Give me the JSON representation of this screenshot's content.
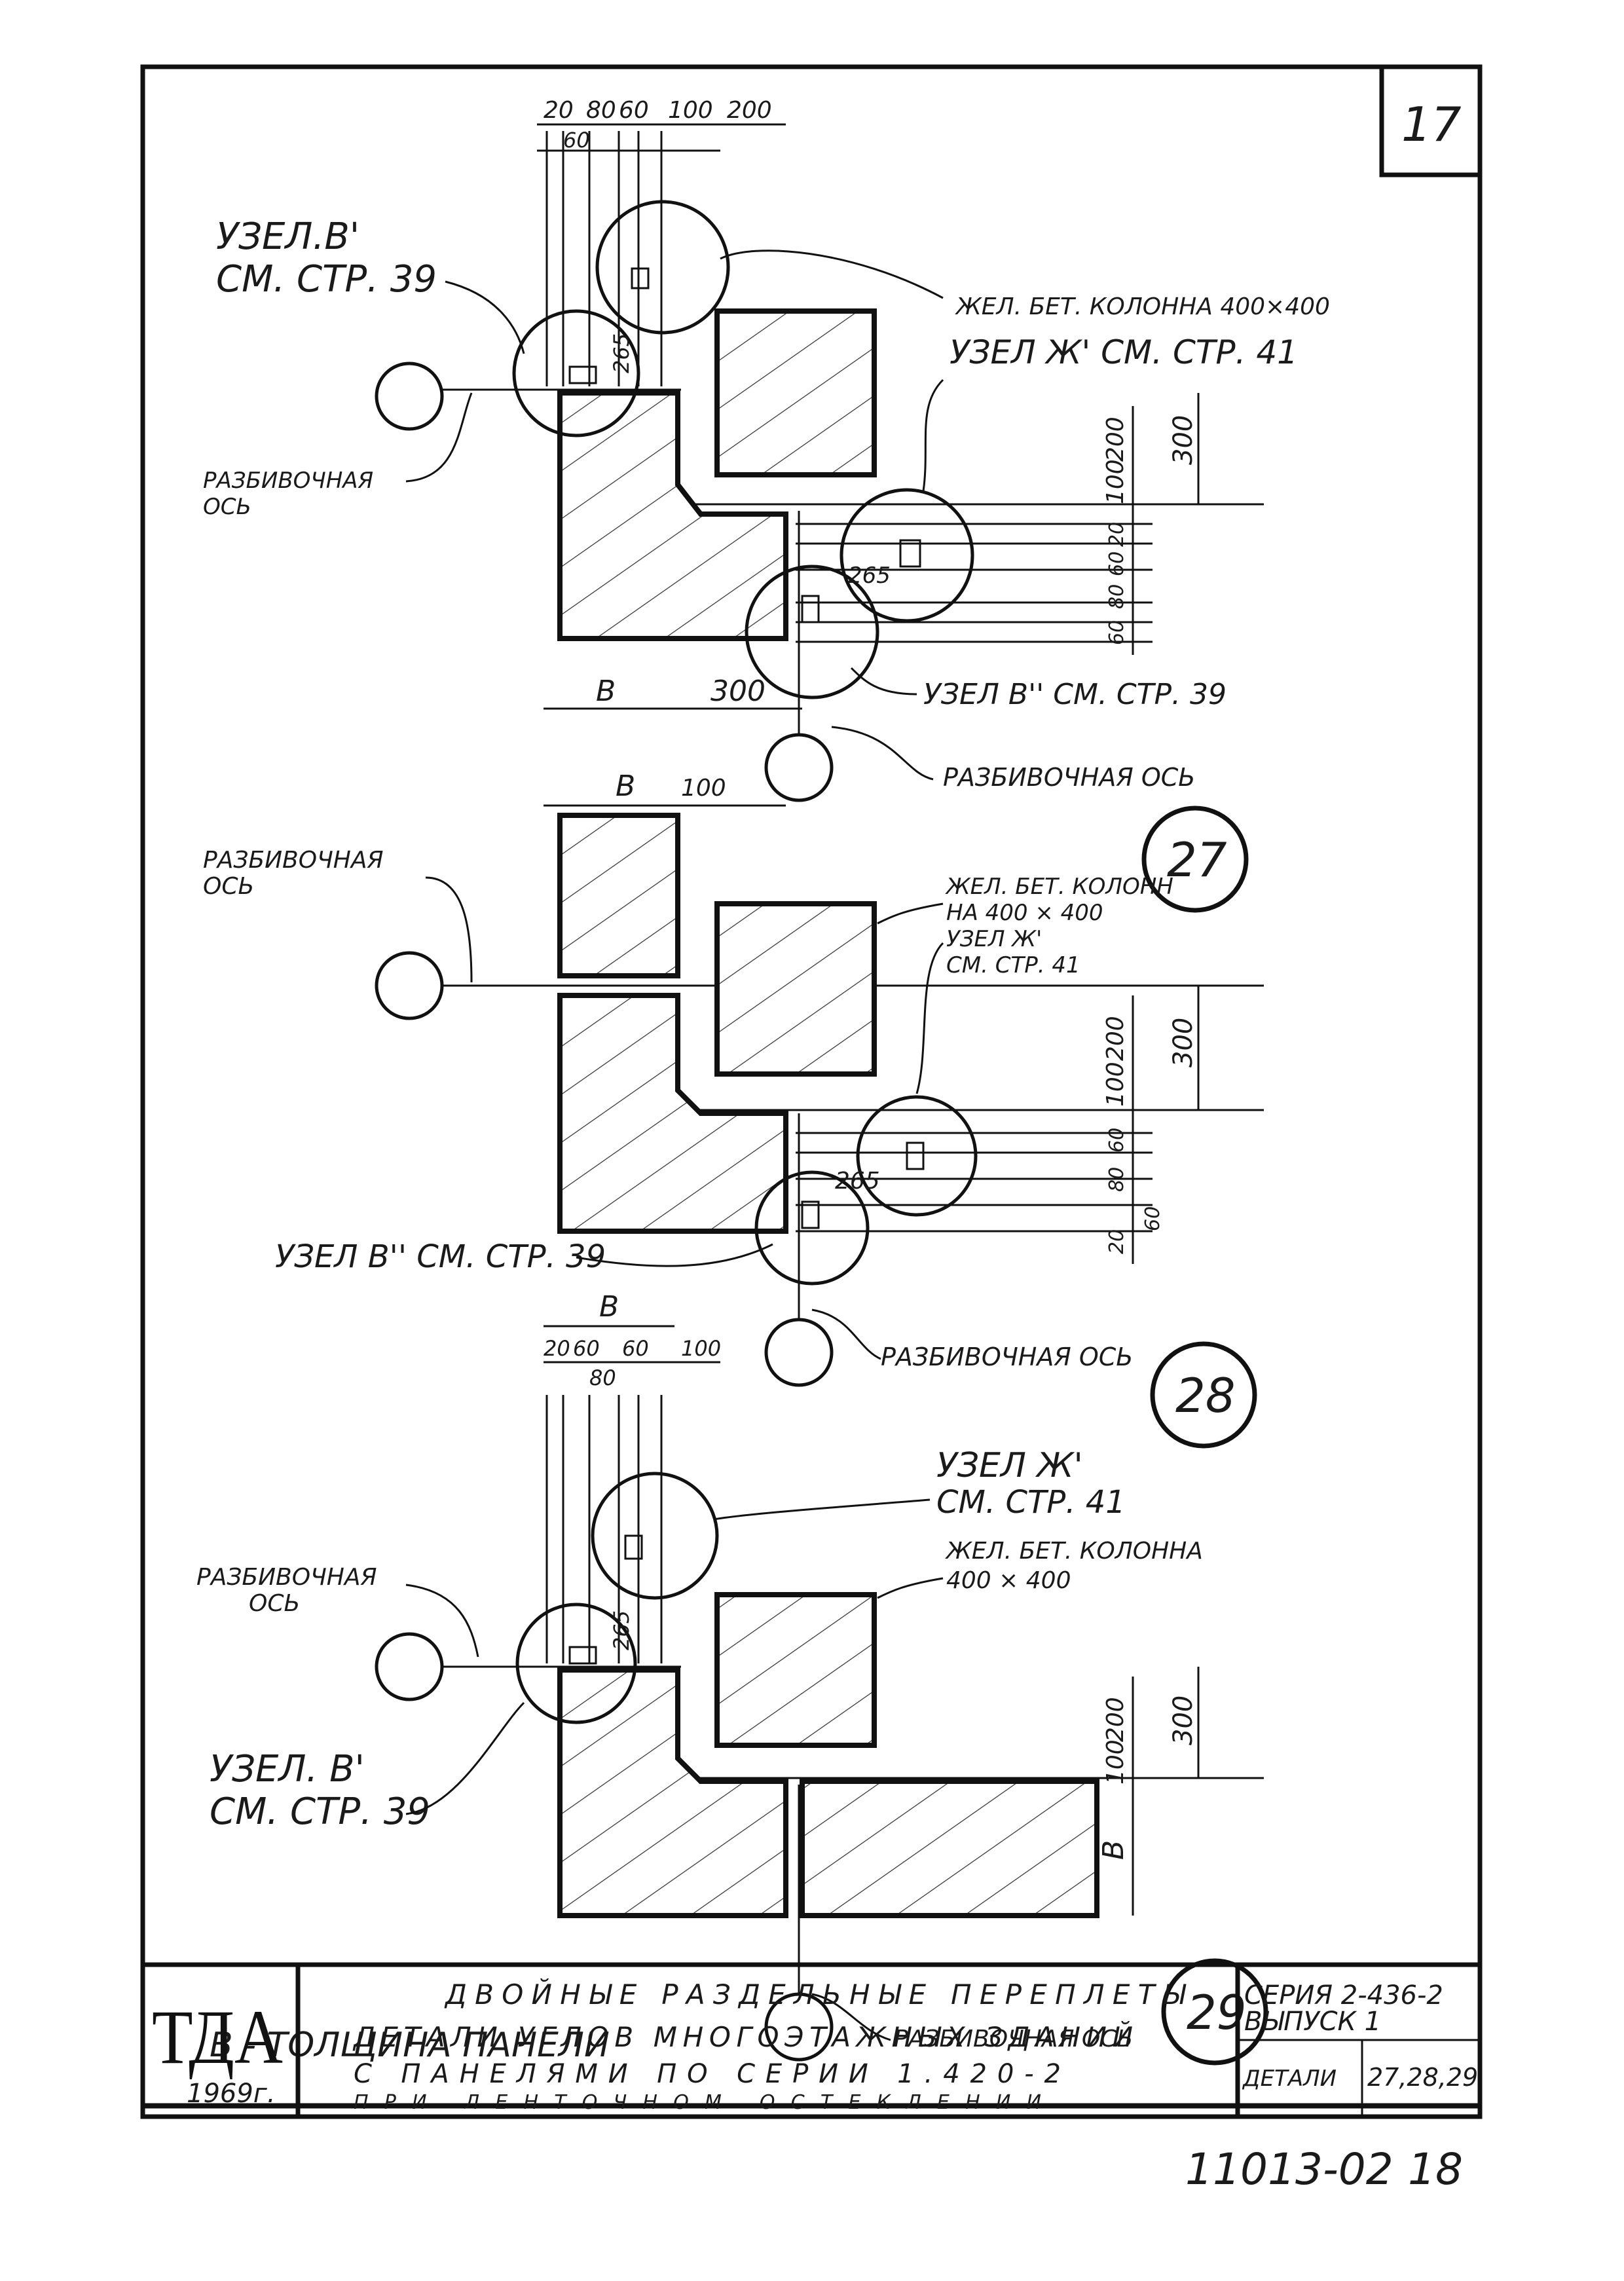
{
  "page_number": "17",
  "details": [
    {
      "marker": "",
      "uzel_b_top": [
        "УЗЕЛ.В'",
        "СМ. СТР. 39"
      ],
      "column": "ЖЕЛ. БЕТ. КОЛОННА 400×400",
      "uzel_zh": "УЗЕЛ Ж' СМ. СТР. 41",
      "axis_left": [
        "РАЗБИВОЧНАЯ",
        "ОСЬ"
      ],
      "uzel_b_bottom": "УЗЕЛ В'' СМ. СТР. 39",
      "axis_bottom": "РАЗБИВОЧНАЯ ОСЬ",
      "dims_top": [
        "20",
        "80",
        "60",
        "100",
        "200",
        "60"
      ],
      "dim_265_a": "265",
      "dim_265_b": "265",
      "dims_right": [
        "200",
        "100",
        "300",
        "20",
        "60",
        "80",
        "60"
      ],
      "dims_bottom": [
        "В",
        "300"
      ]
    },
    {
      "marker": "27",
      "axis_left": [
        "РАЗБИВОЧНАЯ",
        "ОСЬ"
      ],
      "column": [
        "ЖЕЛ. БЕТ. КОЛОНН",
        "НА 400 × 400"
      ],
      "uzel_zh": [
        "УЗЕЛ Ж'",
        "СМ. СТР. 41"
      ],
      "uzel_b": "УЗЕЛ В'' СМ. СТР. 39",
      "axis_bottom": "РАЗБИВОЧНАЯ ОСЬ",
      "dims_top": [
        "В",
        "100"
      ],
      "dim_265": "265",
      "dims_right": [
        "200",
        "100",
        "300",
        "60",
        "80",
        "20",
        "60"
      ]
    },
    {
      "marker": "28",
      "uzel_zh": [
        "УЗЕЛ Ж'",
        "СМ. СТР. 41"
      ],
      "column": [
        "ЖЕЛ. БЕТ. КОЛОННА",
        "400 × 400"
      ],
      "axis_left": [
        "РАЗБИВОЧНАЯ",
        "ОСЬ"
      ],
      "uzel_b": [
        "УЗЕЛ. В'",
        "СМ. СТР. 39"
      ],
      "axis_bottom": "РАЗБИВОЧНАЯ ОСЬ",
      "dims_top": [
        "В",
        "20",
        "60",
        "60",
        "100",
        "80"
      ],
      "dim_265": "265",
      "dims_right": [
        "200",
        "100",
        "300",
        "В"
      ]
    },
    {
      "marker": "29"
    }
  ],
  "note": "В - ТОЛЩИНА ПАНЕЛИ",
  "title_block": {
    "org": "ТДА",
    "year": "1969г.",
    "line1": "ДВОЙНЫЕ РАЗДЕЛЬНЫЕ ПЕРЕПЛЕТЫ",
    "line2": "ДЕТАЛИ УГЛОВ МНОГОЭТАЖНЫХ ЗДАНИЙ",
    "line3": "С ПАНЕЛЯМИ ПО СЕРИИ 1.420-2",
    "line4": "ПРИ ЛЕНТОЧНОМ ОСТЕКЛЕНИИ",
    "series": "СЕРИЯ 2-436-2",
    "issue": "ВЫПУСК 1",
    "details_label": "ДЕТАЛИ",
    "details_value": "27,28,29"
  },
  "drawing_number": "11013-02",
  "sheet_number": "18"
}
